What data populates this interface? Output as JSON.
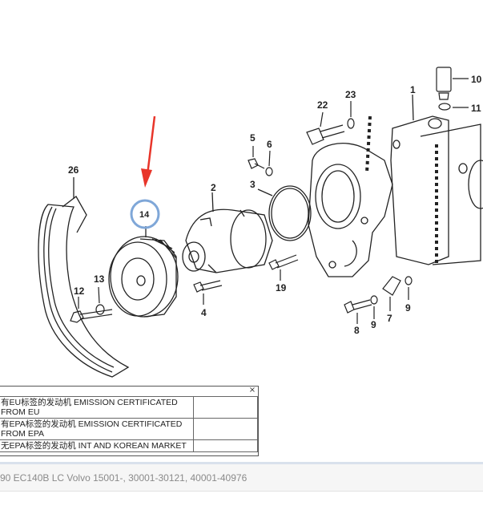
{
  "callouts": {
    "c1": "1",
    "c2": "2",
    "c3": "3",
    "c4": "4",
    "c5": "5",
    "c6": "6",
    "c7": "7",
    "c8": "8",
    "c9a": "9",
    "c9b": "9",
    "c10": "10",
    "c11": "11",
    "c12": "12",
    "c13": "13",
    "c14": "14",
    "c19": "19",
    "c22": "22",
    "c23": "23",
    "c26": "26"
  },
  "highlight": {
    "part": "14",
    "color": "#7fa7d8",
    "arrow_color": "#e8352a"
  },
  "popup": {
    "close_icon": "×",
    "rows": [
      {
        "desc": "有EU标签的发动机 EMISSION CERTIFICATED FROM EU",
        "value": ""
      },
      {
        "desc": "有EPA标签的发动机 EMISSION CERTIFICATED FROM EPA",
        "value": ""
      },
      {
        "desc": "无EPA标签的发动机 INT AND KOREAN MARKET",
        "value": ""
      }
    ]
  },
  "footer": {
    "model_text": "90 EC140B LC Volvo 15001-, 30001-30121, 40001-40976"
  }
}
